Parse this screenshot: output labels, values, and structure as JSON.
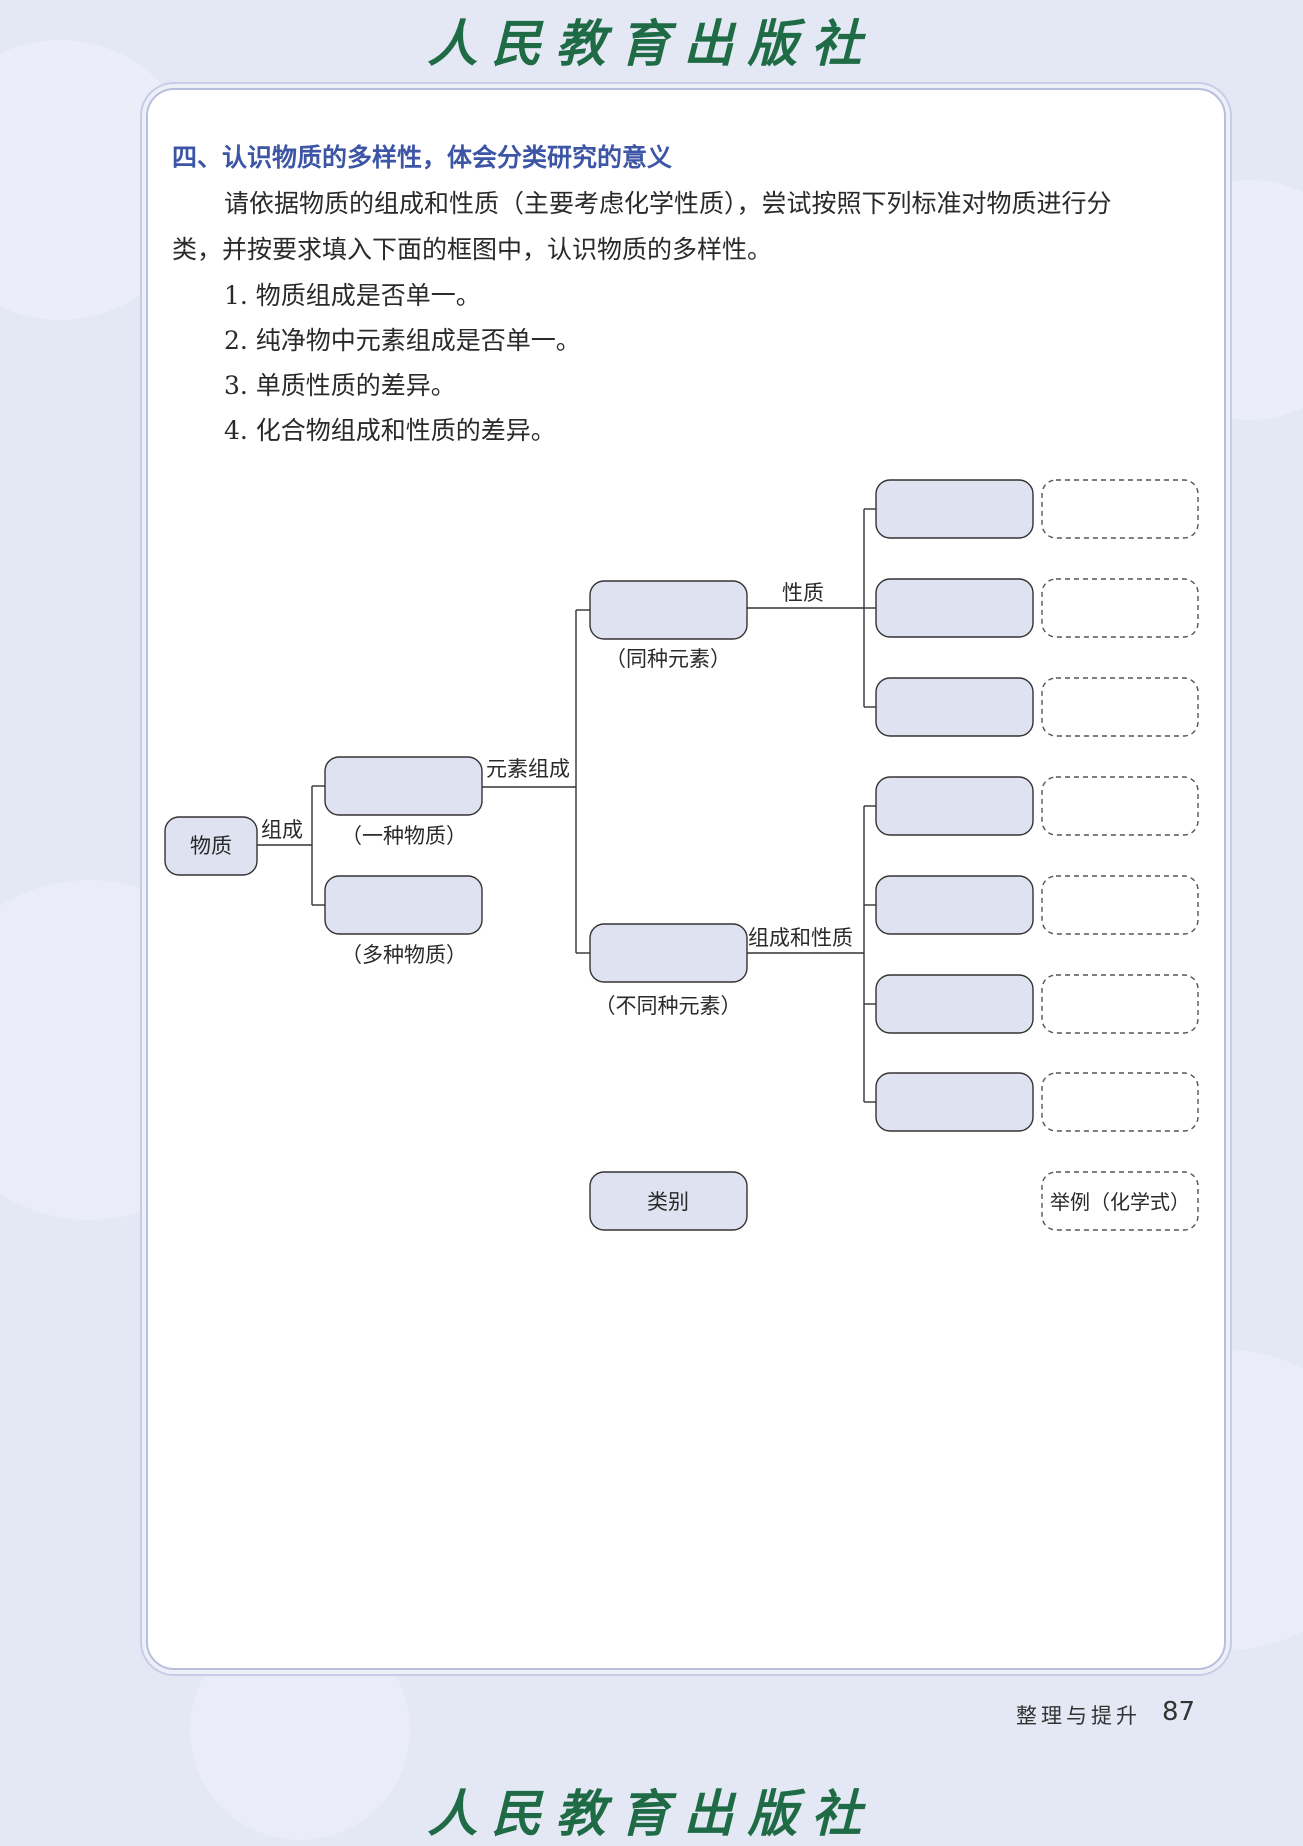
{
  "header": {
    "publisher_logo": "人民教育出版社"
  },
  "section": {
    "heading": "四、认识物质的多样性，体会分类研究的意义",
    "intro_line1": "请依据物质的组成和性质（主要考虑化学性质），尝试按照下列标准对物质进行分",
    "intro_line2": "类，并按要求填入下面的框图中，认识物质的多样性。",
    "criteria": [
      "1. 物质组成是否单一。",
      "2. 纯净物中元素组成是否单一。",
      "3. 单质性质的差异。",
      "4. 化合物组成和性质的差异。"
    ]
  },
  "diagram": {
    "root_label": "物质",
    "edge_composition": "组成",
    "edge_element_composition": "元素组成",
    "edge_property": "性质",
    "edge_composition_property": "组成和性质",
    "caption_one_substance": "（一种物质）",
    "caption_many_substances": "（多种物质）",
    "caption_same_element": "（同种元素）",
    "caption_different_elements": "（不同种元素）",
    "legend_category": "类别",
    "legend_example": "举例（化学式）"
  },
  "footer": {
    "section_name": "整理与提升",
    "page_number": "87"
  },
  "colors": {
    "box_fill": "#dfe2f0",
    "heading": "#3c55a5",
    "logo": "#1f6b45"
  }
}
